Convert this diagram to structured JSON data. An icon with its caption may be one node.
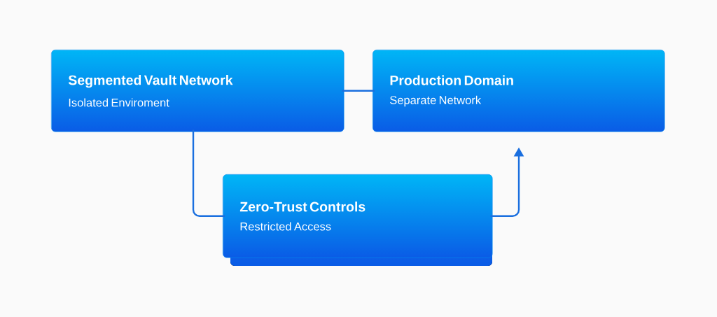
{
  "diagram": {
    "nodes": [
      {
        "text": [
          "Segmented Vault Network",
          "Isolated Enviroment"
        ]
      },
      {
        "text": [
          "Production Domain",
          "Separate Network"
        ]
      },
      {
        "text": [
          "Zero-Trust Controls",
          "Restricted Access"
        ]
      }
    ],
    "edges": [
      {
        "from": 0,
        "to": 1,
        "arrow": "none"
      },
      {
        "from": 0,
        "to": 2,
        "arrow": "none"
      },
      {
        "from": 2,
        "to": 1,
        "arrow": "to"
      }
    ]
  }
}
